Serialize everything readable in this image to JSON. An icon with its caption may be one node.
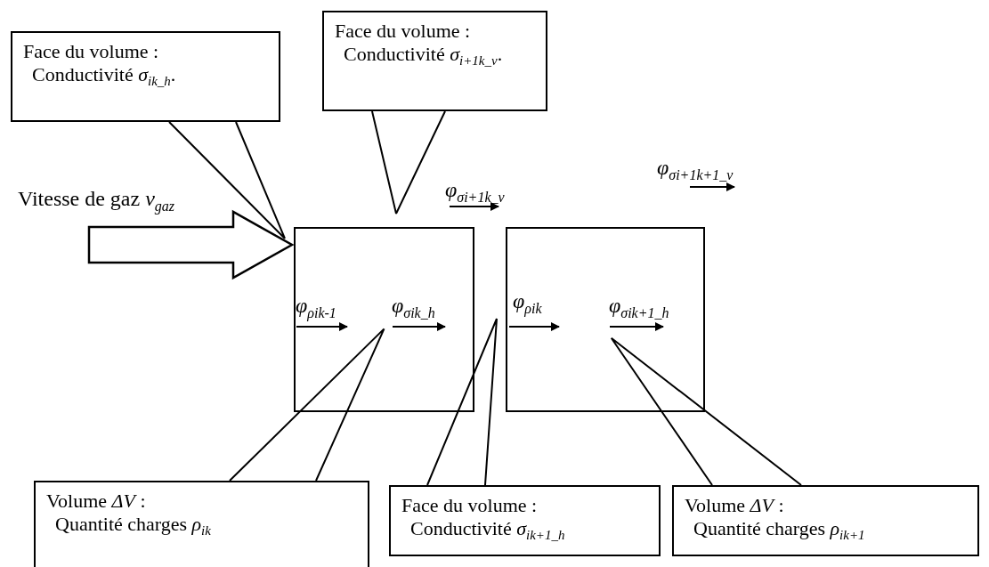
{
  "diagram": {
    "nodes": [
      {
        "text": [
          "Face du volume :",
          "Conductivité *σ*$_{ik_h}$."
        ]
      },
      {
        "text": [
          "Face du volume :",
          "Conductivité *σ*$_{i+1k_v}$."
        ]
      },
      {
        "text": [],
        "shape": "box"
      },
      {
        "text": [],
        "shape": "box"
      },
      {
        "text": [
          "Volume *ΔV* :",
          "Quantité charges *ρ*$_{ik}$"
        ]
      },
      {
        "text": [
          "Face du volume :",
          "Conductivité *σ*$_{ik+1_h}$"
        ]
      },
      {
        "text": [
          "Volume *ΔV* :",
          "Quantité charges *ρ*$_{ik+1}$"
        ]
      }
    ],
    "edges": [
      {
        "from": 0,
        "to": null,
        "arrow": "none"
      },
      {
        "from": 1,
        "to": null,
        "arrow": "none"
      },
      {
        "from": 4,
        "to": 2,
        "arrow": "none"
      },
      {
        "from": 5,
        "to": null,
        "arrow": "none"
      },
      {
        "from": 6,
        "to": 3,
        "arrow": "none"
      },
      {
        "from": null,
        "to": 2,
        "arrow": "to",
        "label": "Vitesse de gaz *v*$_{gaz}$",
        "style": "thick"
      }
    ],
    "labels": [
      "φ$_{σi+1k_v}$",
      "φ$_{σi+1k+1_v}$",
      "φ$_{ρik-1}$",
      "φ$_{σik_h}$",
      "φ$_{ρik}$",
      "φ$_{σik+1_h}$"
    ]
  }
}
